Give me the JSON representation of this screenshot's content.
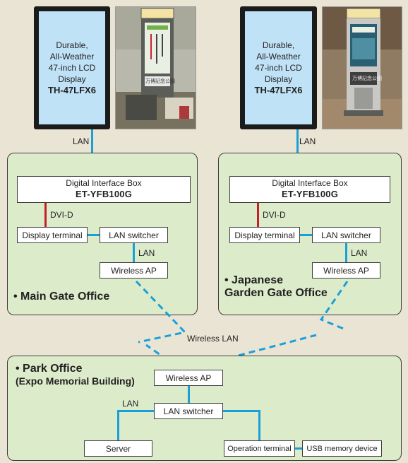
{
  "colors": {
    "lan_line": "#1aa0d8",
    "dvi_line": "#c42127",
    "office_fill": "#dceccb",
    "screen_fill": "#bfe2f7",
    "background": "#eae4d4"
  },
  "display": {
    "line1": "Durable,",
    "line2": "All-Weather",
    "line3": "47-inch LCD",
    "line4": "Display",
    "model": "TH-47LFX6"
  },
  "lan_label": "LAN",
  "dvi_label": "DVI-D",
  "interface_box": {
    "title": "Digital Interface Box",
    "model": "ET-YFB100G"
  },
  "display_terminal": "Display terminal",
  "lan_switcher": "LAN switcher",
  "wireless_ap": "Wireless AP",
  "main_gate": {
    "name": "• Main Gate Office"
  },
  "japanese_gate": {
    "line1": "• Japanese",
    "line2": "Garden Gate Office"
  },
  "wireless_lan": "Wireless LAN",
  "park_office": {
    "title": "• Park Office",
    "subtitle": "(Expo Memorial Building)"
  },
  "server": "Server",
  "operation_terminal": "Operation terminal",
  "usb_device": "USB memory device",
  "photo_left": {
    "sign": "万博記念公園"
  },
  "photo_right": {
    "sign": "万博記念公園"
  }
}
